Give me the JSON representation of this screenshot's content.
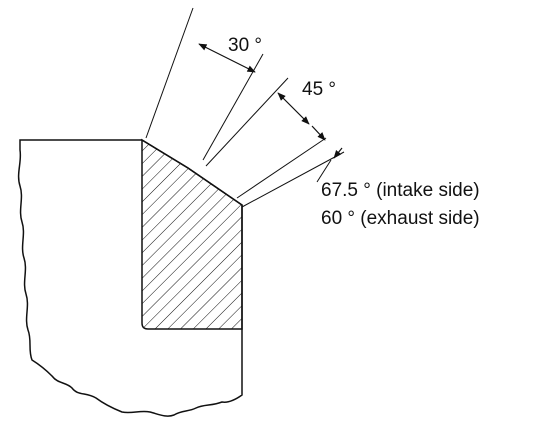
{
  "diagram": {
    "labels": {
      "angle_30": "30 °",
      "angle_45": "45 °",
      "angle_intake": "67.5 ° (intake side)",
      "angle_exhaust": "60 ° (exhaust side)"
    },
    "colors": {
      "ink": "#111111",
      "background": "#ffffff"
    }
  }
}
